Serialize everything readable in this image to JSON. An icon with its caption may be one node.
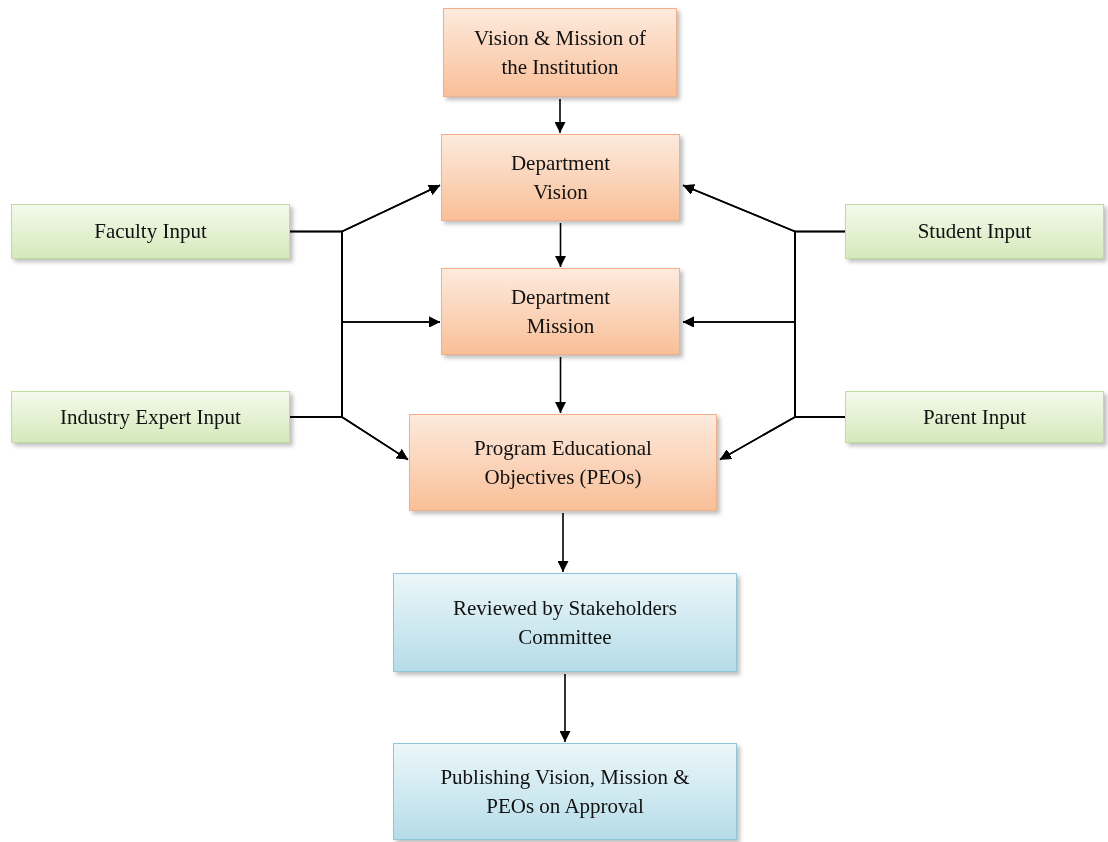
{
  "diagram": {
    "nodes": [
      {
        "text": [
          "Vision & Mission of the Institution"
        ]
      },
      {
        "text": [
          "Department Vision"
        ]
      },
      {
        "text": [
          "Faculty Input"
        ]
      },
      {
        "text": [
          "Student Input"
        ]
      },
      {
        "text": [
          "Department Mission"
        ]
      },
      {
        "text": [
          "Industry Expert Input"
        ]
      },
      {
        "text": [
          "Parent Input"
        ]
      },
      {
        "text": [
          "Program Educational Objectives (PEOs)"
        ]
      },
      {
        "text": [
          "Reviewed by Stakeholders Committee"
        ]
      },
      {
        "text": [
          "Publishing Vision, Mission & PEOs on Approval"
        ]
      }
    ],
    "edges": [
      {
        "from": 0,
        "to": 1,
        "arrow": "to"
      },
      {
        "from": 1,
        "to": 4,
        "arrow": "to"
      },
      {
        "from": 4,
        "to": 7,
        "arrow": "to"
      },
      {
        "from": 7,
        "to": 8,
        "arrow": "to"
      },
      {
        "from": 8,
        "to": 9,
        "arrow": "to"
      },
      {
        "from": 2,
        "to": 1,
        "arrow": "to"
      },
      {
        "from": 2,
        "to": 4,
        "arrow": "to"
      },
      {
        "from": 2,
        "to": 7,
        "arrow": "to"
      },
      {
        "from": 5,
        "to": 1,
        "arrow": "to"
      },
      {
        "from": 5,
        "to": 4,
        "arrow": "to"
      },
      {
        "from": 5,
        "to": 7,
        "arrow": "to"
      },
      {
        "from": 3,
        "to": 1,
        "arrow": "to"
      },
      {
        "from": 3,
        "to": 4,
        "arrow": "to"
      },
      {
        "from": 3,
        "to": 7,
        "arrow": "to"
      },
      {
        "from": 6,
        "to": 1,
        "arrow": "to"
      },
      {
        "from": 6,
        "to": 4,
        "arrow": "to"
      },
      {
        "from": 6,
        "to": 7,
        "arrow": "to"
      }
    ]
  }
}
